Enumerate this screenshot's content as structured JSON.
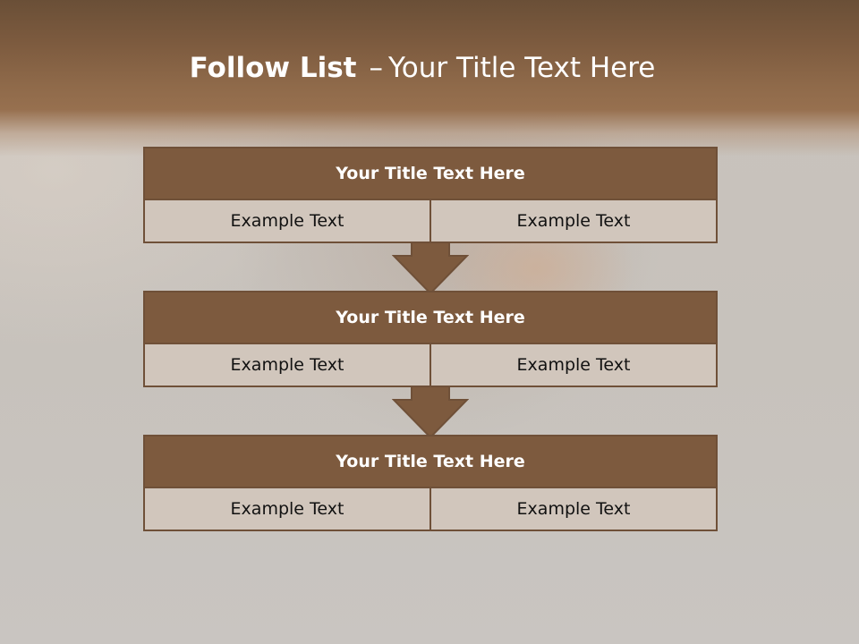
{
  "slide": {
    "title_bold": "Follow List",
    "title_separator": "–",
    "title_rest": "Your Title Text Here"
  },
  "steps": [
    {
      "header": "Your Title Text Here",
      "left": "Example Text",
      "right": "Example Text"
    },
    {
      "header": "Your Title Text Here",
      "left": "Example Text",
      "right": "Example Text"
    },
    {
      "header": "Your Title Text Here",
      "left": "Example Text",
      "right": "Example Text"
    }
  ],
  "colors": {
    "header_fill": "#7d5a3e",
    "border": "#6f5038",
    "cell_fill": "#d1c6bc",
    "arrow_fill": "#7d5a3e",
    "title_band": "#8f6a4a"
  },
  "icons": {
    "connector": "down-arrow-icon"
  }
}
